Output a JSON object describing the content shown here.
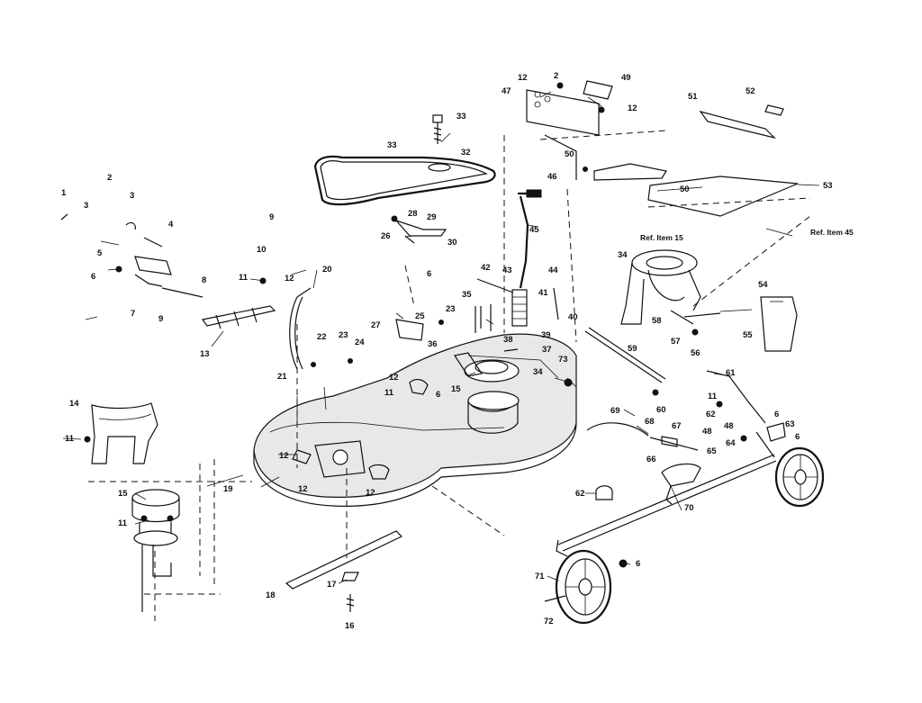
{
  "diagram": {
    "callouts": [
      {
        "id": "c1",
        "text": "1"
      },
      {
        "id": "c2",
        "text": "2"
      },
      {
        "id": "c3",
        "text": "3"
      },
      {
        "id": "c3b",
        "text": "3"
      },
      {
        "id": "c4",
        "text": "4"
      },
      {
        "id": "c5",
        "text": "5"
      },
      {
        "id": "c6a",
        "text": "6"
      },
      {
        "id": "c7",
        "text": "7"
      },
      {
        "id": "c8",
        "text": "8"
      },
      {
        "id": "c9a",
        "text": "9"
      },
      {
        "id": "c9b",
        "text": "9"
      },
      {
        "id": "c10",
        "text": "10"
      },
      {
        "id": "c11a",
        "text": "11"
      },
      {
        "id": "c12a",
        "text": "12"
      },
      {
        "id": "c13",
        "text": "13"
      },
      {
        "id": "c14",
        "text": "14"
      },
      {
        "id": "c11b",
        "text": "11"
      },
      {
        "id": "c15a",
        "text": "15"
      },
      {
        "id": "c11c",
        "text": "11"
      },
      {
        "id": "c16",
        "text": "16"
      },
      {
        "id": "c17",
        "text": "17"
      },
      {
        "id": "c18",
        "text": "18"
      },
      {
        "id": "c19",
        "text": "19"
      },
      {
        "id": "c20",
        "text": "20"
      },
      {
        "id": "c21",
        "text": "21"
      },
      {
        "id": "c22",
        "text": "22"
      },
      {
        "id": "c23a",
        "text": "23"
      },
      {
        "id": "c24",
        "text": "24"
      },
      {
        "id": "c25",
        "text": "25"
      },
      {
        "id": "c26",
        "text": "26"
      },
      {
        "id": "c27",
        "text": "27"
      },
      {
        "id": "c28",
        "text": "28"
      },
      {
        "id": "c29",
        "text": "29"
      },
      {
        "id": "c30",
        "text": "30"
      },
      {
        "id": "c6b",
        "text": "6"
      },
      {
        "id": "c32",
        "text": "32"
      },
      {
        "id": "c33a",
        "text": "33"
      },
      {
        "id": "c33b",
        "text": "33"
      },
      {
        "id": "c34a",
        "text": "34"
      },
      {
        "id": "c35",
        "text": "35"
      },
      {
        "id": "c36",
        "text": "36"
      },
      {
        "id": "c37",
        "text": "37"
      },
      {
        "id": "c38",
        "text": "38"
      },
      {
        "id": "c39",
        "text": "39"
      },
      {
        "id": "c40",
        "text": "40"
      },
      {
        "id": "c41",
        "text": "41"
      },
      {
        "id": "c42",
        "text": "42"
      },
      {
        "id": "c43",
        "text": "43"
      },
      {
        "id": "c44",
        "text": "44"
      },
      {
        "id": "c45",
        "text": "45"
      },
      {
        "id": "c46",
        "text": "46"
      },
      {
        "id": "c47",
        "text": "47"
      },
      {
        "id": "c12b",
        "text": "12"
      },
      {
        "id": "c2b",
        "text": "2"
      },
      {
        "id": "c49",
        "text": "49"
      },
      {
        "id": "c12c",
        "text": "12"
      },
      {
        "id": "c50a",
        "text": "50"
      },
      {
        "id": "c50b",
        "text": "50"
      },
      {
        "id": "c51",
        "text": "51"
      },
      {
        "id": "c52",
        "text": "52"
      },
      {
        "id": "c53",
        "text": "53"
      },
      {
        "id": "c23b",
        "text": "23"
      },
      {
        "id": "c11d",
        "text": "11"
      },
      {
        "id": "c12d",
        "text": "12"
      },
      {
        "id": "c6c",
        "text": "6"
      },
      {
        "id": "c15b",
        "text": "15"
      },
      {
        "id": "c34b",
        "text": "34"
      },
      {
        "id": "c12e",
        "text": "12"
      },
      {
        "id": "c12f",
        "text": "12"
      },
      {
        "id": "c12g",
        "text": "12"
      },
      {
        "id": "c34c",
        "text": "34"
      },
      {
        "id": "c58",
        "text": "58"
      },
      {
        "id": "c57",
        "text": "57"
      },
      {
        "id": "c56",
        "text": "56"
      },
      {
        "id": "c55",
        "text": "55"
      },
      {
        "id": "c54",
        "text": "54"
      },
      {
        "id": "c59",
        "text": "59"
      },
      {
        "id": "c73",
        "text": "73"
      },
      {
        "id": "c61",
        "text": "61"
      },
      {
        "id": "c11e",
        "text": "11"
      },
      {
        "id": "c60",
        "text": "60"
      },
      {
        "id": "c62a",
        "text": "62"
      },
      {
        "id": "c48a",
        "text": "48"
      },
      {
        "id": "c48b",
        "text": "48"
      },
      {
        "id": "c6d",
        "text": "6"
      },
      {
        "id": "c63",
        "text": "63"
      },
      {
        "id": "c6e",
        "text": "6"
      },
      {
        "id": "c64",
        "text": "64"
      },
      {
        "id": "c69",
        "text": "69"
      },
      {
        "id": "c68",
        "text": "68"
      },
      {
        "id": "c67",
        "text": "67"
      },
      {
        "id": "c66",
        "text": "66"
      },
      {
        "id": "c65",
        "text": "65"
      },
      {
        "id": "c62b",
        "text": "62"
      },
      {
        "id": "c70",
        "text": "70"
      },
      {
        "id": "c71",
        "text": "71"
      },
      {
        "id": "c6f",
        "text": "6"
      },
      {
        "id": "c72",
        "text": "72"
      }
    ],
    "references": [
      {
        "id": "r15",
        "text": "Ref. Item 15"
      },
      {
        "id": "r45",
        "text": "Ref. Item 45"
      }
    ]
  }
}
